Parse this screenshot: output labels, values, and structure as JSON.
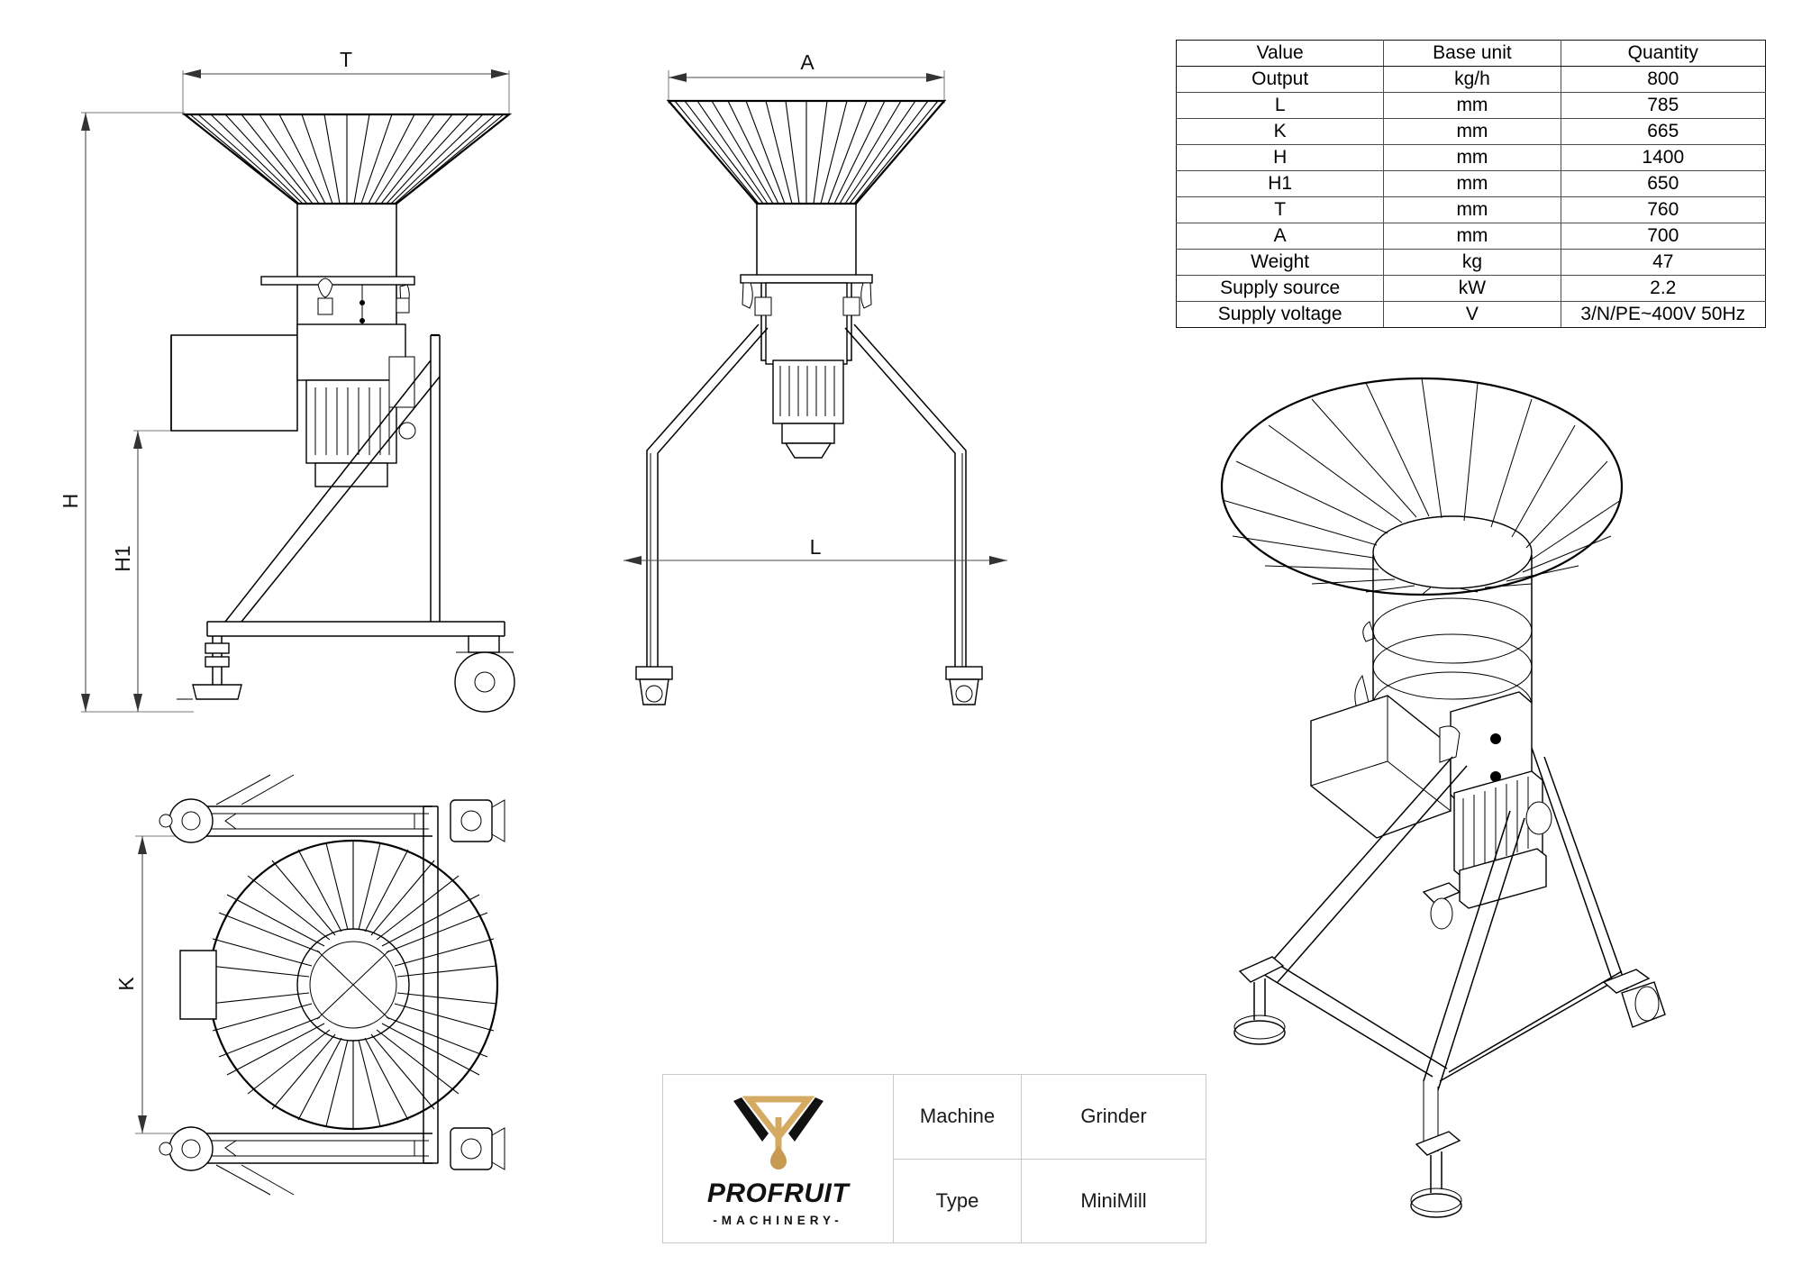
{
  "document": {
    "kind": "technical-drawing",
    "views": [
      {
        "id": "front-view",
        "name": "Front view"
      },
      {
        "id": "side-view",
        "name": "Side view"
      },
      {
        "id": "top-view",
        "name": "Top / plan view"
      },
      {
        "id": "iso-view",
        "name": "3D isometric view"
      }
    ]
  },
  "dimension_labels": {
    "front_width": "T",
    "front_height_total": "H",
    "front_height_lower": "H1",
    "side_width": "A",
    "side_span": "L",
    "top_depth": "K"
  },
  "spec_table": {
    "headers": [
      "Value",
      "Base unit",
      "Quantity"
    ],
    "rows": [
      {
        "value": "Output",
        "unit": "kg/h",
        "quantity": "800"
      },
      {
        "value": "L",
        "unit": "mm",
        "quantity": "785"
      },
      {
        "value": "K",
        "unit": "mm",
        "quantity": "665"
      },
      {
        "value": "H",
        "unit": "mm",
        "quantity": "1400"
      },
      {
        "value": "H1",
        "unit": "mm",
        "quantity": "650"
      },
      {
        "value": "T",
        "unit": "mm",
        "quantity": "760"
      },
      {
        "value": "A",
        "unit": "mm",
        "quantity": "700"
      },
      {
        "value": "Weight",
        "unit": "kg",
        "quantity": "47"
      },
      {
        "value": "Supply source",
        "unit": "kW",
        "quantity": "2.2"
      },
      {
        "value": "Supply voltage",
        "unit": "V",
        "quantity": "3/N/PE~400V 50Hz"
      }
    ]
  },
  "title_block": {
    "logo": {
      "wordmark": "PROFRUIT",
      "tagline": "-MACHINERY-",
      "icon": "triangle-droplet-logo",
      "colors": {
        "gold": "#d5ab63",
        "black": "#111111"
      }
    },
    "fields": [
      {
        "key": "Machine",
        "value": "Grinder"
      },
      {
        "key": "Type",
        "value": "MiniMill"
      }
    ]
  },
  "colors": {
    "line": "#000000",
    "dimension_line": "#4a4a4a",
    "table_border": "#4c4c4c",
    "title_block_border": "#c9c9c9",
    "background": "#ffffff"
  }
}
